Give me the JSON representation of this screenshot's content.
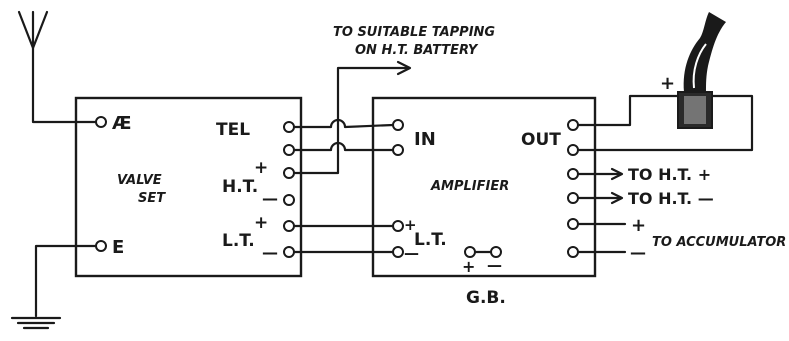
{
  "labels": {
    "tapping_line1": "TO SUITABLE TAPPING",
    "tapping_line2": "ON H.T. BATTERY",
    "aerial": "Æ",
    "earth": "E",
    "tel": "TEL",
    "ht": "H.T.",
    "lt": "L.T.",
    "valve_line1": "VALVE",
    "valve_line2": "SET",
    "amplifier": "AMPLIFIER",
    "in": "IN",
    "out": "OUT",
    "amp_lt": "L.T.",
    "gb": "G.B.",
    "to_ht_plus": "TO H.T. +",
    "to_ht_minus": "TO H.T. —",
    "acc_plus": "+",
    "acc_minus": "—",
    "to_accumulator": "TO ACCUMULATOR",
    "speaker_plus": "+",
    "plus": "+",
    "minus": "—"
  }
}
